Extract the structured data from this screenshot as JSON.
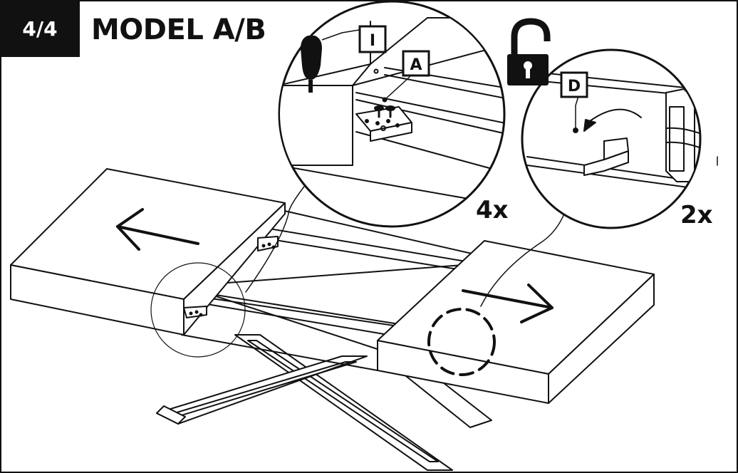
{
  "header": {
    "step": "4/4",
    "title": "MODEL A/B"
  },
  "callouts": {
    "tool_label": "I",
    "bracket_label": "A",
    "latch_label": "D",
    "bracket_qty": "4x",
    "latch_qty": "2x"
  },
  "icons": {
    "tool": "screwdriver-icon",
    "lock": "unlocked-padlock-icon"
  },
  "colors": {
    "ink": "#111111",
    "paper": "#ffffff"
  }
}
